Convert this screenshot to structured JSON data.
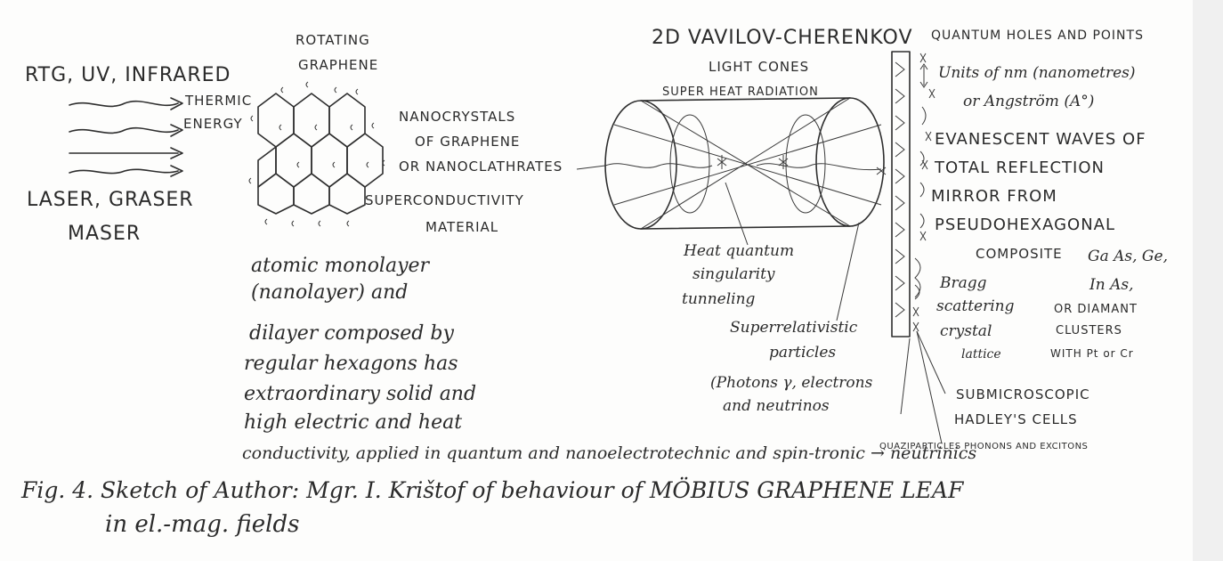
{
  "colors": {
    "ink": "#2b2b2b",
    "paper": "#fdfdfc",
    "scan_edge": "#f0f0f0"
  },
  "left": {
    "sources": "RTG, UV, INFRARED",
    "thermic": "THERMIC",
    "energy": "ENERGY",
    "laser": "LASER, GRASER",
    "maser": "MASER"
  },
  "graphene": {
    "title1": "ROTATING",
    "title2": "GRAPHENE",
    "nano1": "NANOCRYSTALS",
    "nano2": "OF GRAPHENE",
    "nano3": "OR NANOCLATHRATES",
    "super1": "SUPERCONDUCTIVITY",
    "super2": "MATERIAL",
    "para1": "atomic monolayer",
    "para2": "(nanolayer) and",
    "para3": "dilayer composed by",
    "para4": "regular hexagons has",
    "para5": "extraordinary solid and",
    "para6": "high electric and heat",
    "para7": "conductivity, applied in quantum and nanoelectrotechnic and spin-tronic → neutrinics"
  },
  "cone": {
    "title1": "2D VAVILOV-CHERENKOV",
    "title2": "LIGHT CONES",
    "title3": "SUPER HEAT RADIATION",
    "heat1": "Heat quantum",
    "heat2": "singularity",
    "heat3": "tunneling",
    "sr1": "Superrelativistic",
    "sr2": "particles",
    "ph1": "(Photons γ, electrons",
    "ph2": "and neutrinos"
  },
  "right": {
    "q1": "QUANTUM HOLES AND POINTS",
    "q2": "Units of nm (nanometres)",
    "q3": "or Angström (A°)",
    "e1": "EVANESCENT WAVES OF",
    "e2": "TOTAL REFLECTION",
    "e3": "MIRROR FROM",
    "p1": "PSEUDOHEXAGONAL",
    "p2": "COMPOSITE",
    "p3": "Ga As, Ge,",
    "p4": "In As,",
    "p5": "OR DIAMANT",
    "p6": "CLUSTERS",
    "p7": "WITH Pt or Cr",
    "b1": "Bragg",
    "b2": "scattering",
    "b3": "crystal",
    "b4": "lattice",
    "s1": "SUBMICROSCOPIC",
    "s2": "HADLEY'S CELLS",
    "quasi": "QUAZIPARTICLES PHONONS AND EXCITONS"
  },
  "caption": {
    "line1": "Fig. 4. Sketch of Author: Mgr. I. Krištof of behaviour of MÖBIUS GRAPHENE LEAF",
    "line2": "in el.-mag. fields"
  }
}
